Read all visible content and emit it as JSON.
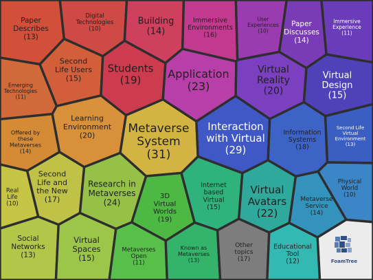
{
  "chart_data": {
    "type": "voronoi-treemap",
    "title": "",
    "items": [
      {
        "label": "Paper Describes",
        "value": 13,
        "color": "#d2503a"
      },
      {
        "label": "Digital Technologies",
        "value": 10,
        "color": "#cf4a44"
      },
      {
        "label": "Building",
        "value": 14,
        "color": "#cf3f5e"
      },
      {
        "label": "Immersive Environments",
        "value": 16,
        "color": "#c13a8f"
      },
      {
        "label": "User Experiences",
        "value": 10,
        "color": "#9b3bb0"
      },
      {
        "label": "Paper Discusses",
        "value": 14,
        "color": "#7a3cb6"
      },
      {
        "label": "Immersive Experience",
        "value": 11,
        "color": "#6a3cba"
      },
      {
        "label": "Emerging Technologies",
        "value": 11,
        "color": "#d06a3a"
      },
      {
        "label": "Second Life Users",
        "value": 15,
        "color": "#d25f3a"
      },
      {
        "label": "Students",
        "value": 19,
        "color": "#cc3b4e"
      },
      {
        "label": "Application",
        "value": 23,
        "color": "#b93fa8"
      },
      {
        "label": "Virtual Reality",
        "value": 20,
        "color": "#7a40bf"
      },
      {
        "label": "Virtual Design",
        "value": 15,
        "color": "#4d42b8"
      },
      {
        "label": "Offered by these Metaverses",
        "value": 14,
        "color": "#d58a36"
      },
      {
        "label": "Learning Environment",
        "value": 20,
        "color": "#d8913a"
      },
      {
        "label": "Metaverse System",
        "value": 31,
        "color": "#d3b443"
      },
      {
        "label": "Interaction with Virtual",
        "value": 29,
        "color": "#3f58c6"
      },
      {
        "label": "Information Systems",
        "value": 18,
        "color": "#3d63c6"
      },
      {
        "label": "Second Life Virtual Environment",
        "value": 13,
        "color": "#3a5ec2"
      },
      {
        "label": "Real Life",
        "value": 10,
        "color": "#c5c444"
      },
      {
        "label": "Second Life and the New",
        "value": 17,
        "color": "#bfc246"
      },
      {
        "label": "Research in Metaverses",
        "value": 24,
        "color": "#95c148"
      },
      {
        "label": "3D Virtual Worlds",
        "value": 19,
        "color": "#4db843"
      },
      {
        "label": "Internet based Virtual",
        "value": 15,
        "color": "#2fb27b"
      },
      {
        "label": "Virtual Avatars",
        "value": 22,
        "color": "#2fa99c"
      },
      {
        "label": "Physical World",
        "value": 10,
        "color": "#3b86c6"
      },
      {
        "label": "Metaverse Service",
        "value": 14,
        "color": "#3493bd"
      },
      {
        "label": "Social Networks",
        "value": 13,
        "color": "#b2c74a"
      },
      {
        "label": "Virtual Spaces",
        "value": 15,
        "color": "#9bc64a"
      },
      {
        "label": "Metaverses Open",
        "value": 11,
        "color": "#58c04a"
      },
      {
        "label": "Known as Metaverses",
        "value": 13,
        "color": "#34b46a"
      },
      {
        "label": "Other topics",
        "value": 17,
        "color": "#7d7d7d"
      },
      {
        "label": "Educational Tool",
        "value": 12,
        "color": "#33b8b2"
      }
    ],
    "logo": {
      "name": "foamtree-logo",
      "text": "FoamTree",
      "background": "#ececec",
      "color": "#2f4f86"
    }
  }
}
